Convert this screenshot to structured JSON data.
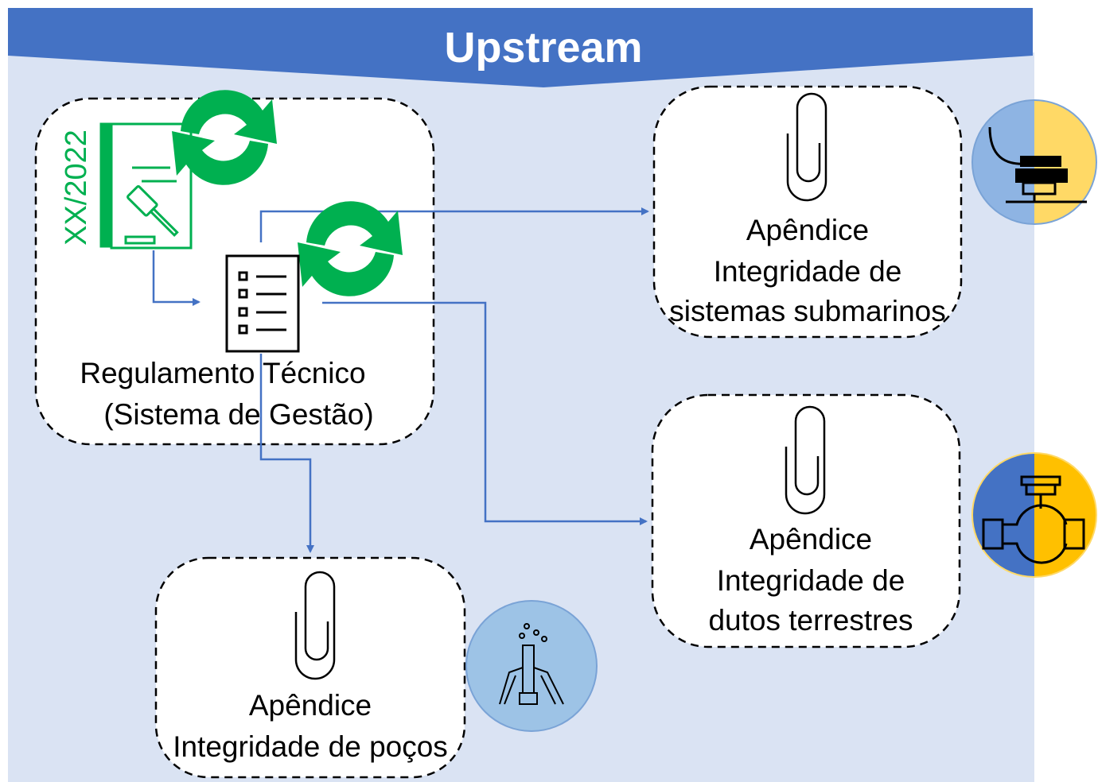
{
  "banner": {
    "title": "Upstream"
  },
  "regulation": {
    "year_code": "XX/2022",
    "title_line1": "Regulamento Técnico",
    "title_line2": "(Sistema de Gestão)"
  },
  "appendices": {
    "subsea": {
      "line1": "Apêndice",
      "line2": "Integridade de",
      "line3": "sistemas submarinos"
    },
    "onshore_pipelines": {
      "line1": "Apêndice",
      "line2": "Integridade de",
      "line3": "dutos terrestres"
    },
    "wells": {
      "line1": "Apêndice",
      "line2": "Integridade de poços"
    }
  },
  "icons": {
    "regulation": "law-book-gavel-icon",
    "checklist": "checklist-icon",
    "refresh": "refresh-arrows-icon",
    "attachment": "paperclip-icon",
    "subsea": "subsea-equipment-icon",
    "pipeline": "pipeline-valve-icon",
    "well": "oil-well-icon"
  },
  "colors": {
    "banner": "#4472c4",
    "panel": "#dae3f3",
    "connector": "#4472c4",
    "refresh": "#00b050",
    "regulation_icon": "#00b050",
    "circle_blue": "#8eb4e3",
    "circle_gold": "#ffd966"
  }
}
